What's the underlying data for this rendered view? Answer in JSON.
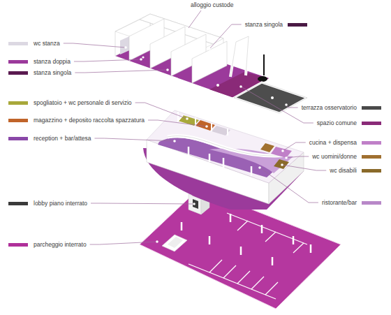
{
  "diagram": {
    "labels": [
      "alloggio custode"
    ],
    "legend": [
      {
        "text": "stanza singola",
        "color": "#4a1a44"
      },
      {
        "text": "wc stanza",
        "color": "#dcd8e2"
      },
      {
        "text": "stanza doppia",
        "color": "#9b3a9b"
      },
      {
        "text": "stanza singola",
        "color": "#5a1a50"
      },
      {
        "text": "spogliatoio + wc personale di servizio",
        "color": "#a8a83a"
      },
      {
        "text": "magazzino + deposito raccolta spazzatura",
        "color": "#c0642a"
      },
      {
        "text": "reception + bar/attesa",
        "color": "#8a48a8"
      },
      {
        "text": "lobby piano interrato",
        "color": "#3a3a3a"
      },
      {
        "text": "parcheggio interrato",
        "color": "#b0309a"
      },
      {
        "text": "terrazza osservatorio",
        "color": "#4a4a4a"
      },
      {
        "text": "spazio comune",
        "color": "#8a2a78"
      },
      {
        "text": "cucina + dispensa",
        "color": "#c080c8"
      },
      {
        "text": "wc uomini/donne",
        "color": "#a07030"
      },
      {
        "text": "wc disabili",
        "color": "#8a6a2a"
      },
      {
        "text": "ristorante/bar",
        "color": "#b888c8"
      }
    ]
  }
}
